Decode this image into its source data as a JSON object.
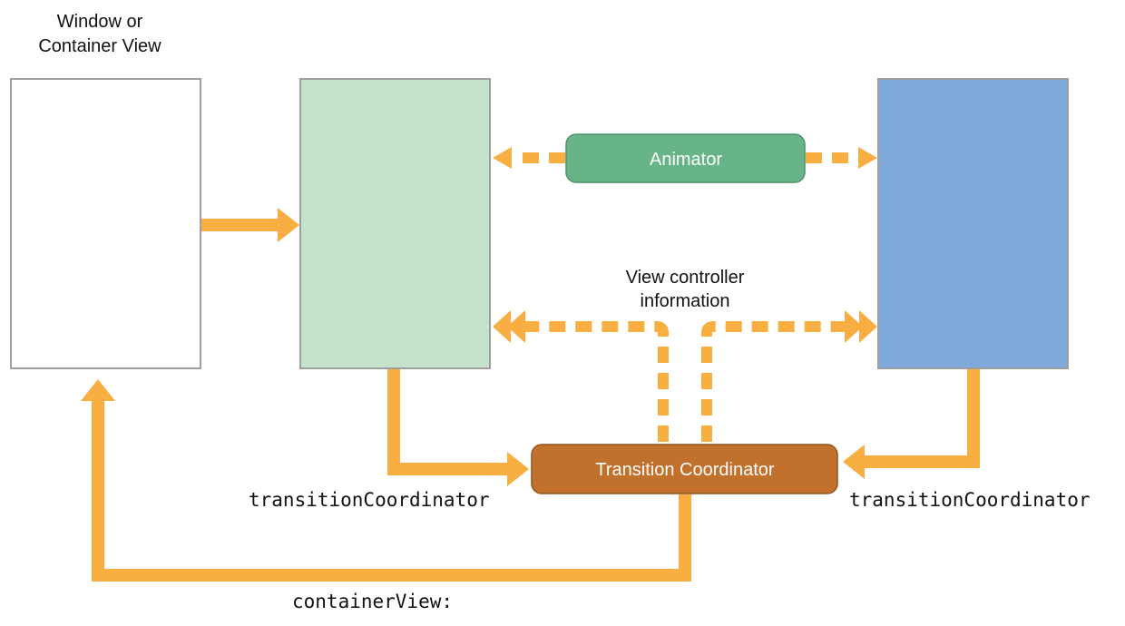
{
  "diagram": {
    "window_label_line1": "Window or",
    "window_label_line2": "Container View",
    "animator_label": "Animator",
    "info_label_line1": "View controller",
    "info_label_line2": "information",
    "coordinator_label": "Transition Coordinator",
    "left_property_label": "transitionCoordinator",
    "right_property_label": "transitionCoordinator",
    "bottom_property_label": "containerView:"
  },
  "colors": {
    "arrow": "#F8AE40",
    "window_box_fill": "#FFFFFF",
    "from_vc_fill": "#C5E3CB",
    "to_vc_fill": "#80A9DB",
    "animator_fill": "#68B489",
    "coordinator_fill": "#C1712C",
    "box_border": "#9E9E9E",
    "pill_text": "#FFFFFF",
    "label_text": "#111111"
  }
}
